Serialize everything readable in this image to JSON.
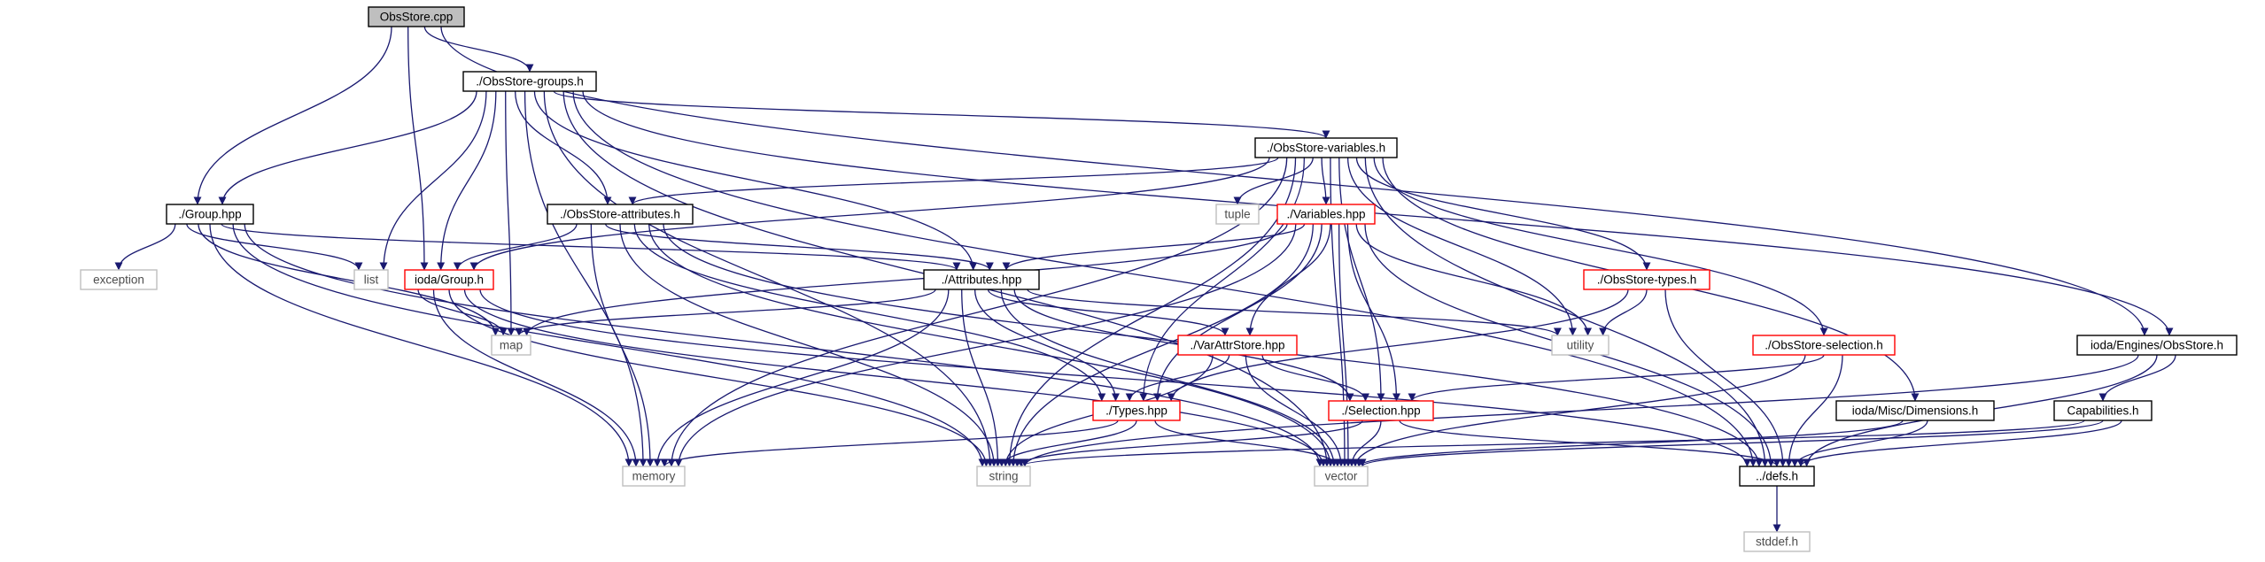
{
  "diagram": {
    "colors": {
      "edge": "#191970",
      "root_fill": "#bfbfbf",
      "root_border": "#000000",
      "documented_border": "#000000",
      "undocumented_border": "#ff0000",
      "system_border": "#bfbfbf",
      "background": "#ffffff"
    },
    "nodes": [
      {
        "id": "obsstore_cpp",
        "label": "ObsStore.cpp",
        "kind": "root"
      },
      {
        "id": "obsstore_groups_h",
        "label": "./ObsStore-groups.h",
        "kind": "documented"
      },
      {
        "id": "obsstore_variables_h",
        "label": "./ObsStore-variables.h",
        "kind": "documented"
      },
      {
        "id": "group_hpp",
        "label": "./Group.hpp",
        "kind": "documented"
      },
      {
        "id": "obsstore_attributes_h",
        "label": "./ObsStore-attributes.h",
        "kind": "documented"
      },
      {
        "id": "tuple",
        "label": "tuple",
        "kind": "system"
      },
      {
        "id": "variables_hpp",
        "label": "./Variables.hpp",
        "kind": "undocumented"
      },
      {
        "id": "exception",
        "label": "exception",
        "kind": "system"
      },
      {
        "id": "list",
        "label": "list",
        "kind": "system"
      },
      {
        "id": "ioda_group_h",
        "label": "ioda/Group.h",
        "kind": "undocumented"
      },
      {
        "id": "attributes_hpp",
        "label": "./Attributes.hpp",
        "kind": "documented"
      },
      {
        "id": "obsstore_types_h",
        "label": "./ObsStore-types.h",
        "kind": "undocumented"
      },
      {
        "id": "map",
        "label": "map",
        "kind": "system"
      },
      {
        "id": "varattrstore_hpp",
        "label": "./VarAttrStore.hpp",
        "kind": "undocumented"
      },
      {
        "id": "utility",
        "label": "utility",
        "kind": "system"
      },
      {
        "id": "obsstore_selection_h",
        "label": "./ObsStore-selection.h",
        "kind": "undocumented"
      },
      {
        "id": "ioda_engines_obsstore_h",
        "label": "ioda/Engines/ObsStore.h",
        "kind": "documented"
      },
      {
        "id": "types_hpp",
        "label": "./Types.hpp",
        "kind": "undocumented"
      },
      {
        "id": "selection_hpp",
        "label": "./Selection.hpp",
        "kind": "undocumented"
      },
      {
        "id": "ioda_misc_dimensions_h",
        "label": "ioda/Misc/Dimensions.h",
        "kind": "documented"
      },
      {
        "id": "capabilities_h",
        "label": "Capabilities.h",
        "kind": "documented"
      },
      {
        "id": "memory",
        "label": "memory",
        "kind": "system"
      },
      {
        "id": "string",
        "label": "string",
        "kind": "system"
      },
      {
        "id": "vector",
        "label": "vector",
        "kind": "system"
      },
      {
        "id": "defs_h",
        "label": "../defs.h",
        "kind": "documented"
      },
      {
        "id": "stddef_h",
        "label": "stddef.h",
        "kind": "system"
      }
    ],
    "edges": [
      [
        "obsstore_cpp",
        "obsstore_groups_h"
      ],
      [
        "obsstore_cpp",
        "group_hpp"
      ],
      [
        "obsstore_cpp",
        "ioda_group_h"
      ],
      [
        "obsstore_cpp",
        "ioda_engines_obsstore_h"
      ],
      [
        "obsstore_groups_h",
        "obsstore_variables_h"
      ],
      [
        "obsstore_groups_h",
        "group_hpp"
      ],
      [
        "obsstore_groups_h",
        "obsstore_attributes_h"
      ],
      [
        "obsstore_groups_h",
        "ioda_group_h"
      ],
      [
        "obsstore_groups_h",
        "list"
      ],
      [
        "obsstore_groups_h",
        "map"
      ],
      [
        "obsstore_groups_h",
        "attributes_hpp"
      ],
      [
        "obsstore_groups_h",
        "memory"
      ],
      [
        "obsstore_groups_h",
        "string"
      ],
      [
        "obsstore_groups_h",
        "vector"
      ],
      [
        "obsstore_groups_h",
        "ioda_engines_obsstore_h"
      ],
      [
        "obsstore_groups_h",
        "defs_h"
      ],
      [
        "obsstore_variables_h",
        "obsstore_attributes_h"
      ],
      [
        "obsstore_variables_h",
        "tuple"
      ],
      [
        "obsstore_variables_h",
        "variables_hpp"
      ],
      [
        "obsstore_variables_h",
        "ioda_group_h"
      ],
      [
        "obsstore_variables_h",
        "obsstore_types_h"
      ],
      [
        "obsstore_variables_h",
        "utility"
      ],
      [
        "obsstore_variables_h",
        "obsstore_selection_h"
      ],
      [
        "obsstore_variables_h",
        "types_hpp"
      ],
      [
        "obsstore_variables_h",
        "selection_hpp"
      ],
      [
        "obsstore_variables_h",
        "ioda_misc_dimensions_h"
      ],
      [
        "obsstore_variables_h",
        "memory"
      ],
      [
        "obsstore_variables_h",
        "string"
      ],
      [
        "obsstore_variables_h",
        "vector"
      ],
      [
        "obsstore_variables_h",
        "defs_h"
      ],
      [
        "group_hpp",
        "exception"
      ],
      [
        "group_hpp",
        "list"
      ],
      [
        "group_hpp",
        "map"
      ],
      [
        "group_hpp",
        "attributes_hpp"
      ],
      [
        "group_hpp",
        "memory"
      ],
      [
        "group_hpp",
        "string"
      ],
      [
        "group_hpp",
        "vector"
      ],
      [
        "obsstore_attributes_h",
        "ioda_group_h"
      ],
      [
        "obsstore_attributes_h",
        "attributes_hpp"
      ],
      [
        "obsstore_attributes_h",
        "types_hpp"
      ],
      [
        "obsstore_attributes_h",
        "memory"
      ],
      [
        "obsstore_attributes_h",
        "string"
      ],
      [
        "obsstore_attributes_h",
        "vector"
      ],
      [
        "obsstore_attributes_h",
        "defs_h"
      ],
      [
        "variables_hpp",
        "attributes_hpp"
      ],
      [
        "variables_hpp",
        "map"
      ],
      [
        "variables_hpp",
        "varattrstore_hpp"
      ],
      [
        "variables_hpp",
        "utility"
      ],
      [
        "variables_hpp",
        "types_hpp"
      ],
      [
        "variables_hpp",
        "selection_hpp"
      ],
      [
        "variables_hpp",
        "memory"
      ],
      [
        "variables_hpp",
        "string"
      ],
      [
        "variables_hpp",
        "vector"
      ],
      [
        "variables_hpp",
        "defs_h"
      ],
      [
        "ioda_group_h",
        "map"
      ],
      [
        "ioda_group_h",
        "memory"
      ],
      [
        "ioda_group_h",
        "string"
      ],
      [
        "ioda_group_h",
        "vector"
      ],
      [
        "ioda_group_h",
        "defs_h"
      ],
      [
        "attributes_hpp",
        "map"
      ],
      [
        "attributes_hpp",
        "varattrstore_hpp"
      ],
      [
        "attributes_hpp",
        "utility"
      ],
      [
        "attributes_hpp",
        "types_hpp"
      ],
      [
        "attributes_hpp",
        "selection_hpp"
      ],
      [
        "attributes_hpp",
        "memory"
      ],
      [
        "attributes_hpp",
        "string"
      ],
      [
        "attributes_hpp",
        "vector"
      ],
      [
        "obsstore_types_h",
        "utility"
      ],
      [
        "obsstore_types_h",
        "types_hpp"
      ],
      [
        "obsstore_types_h",
        "defs_h"
      ],
      [
        "varattrstore_hpp",
        "types_hpp"
      ],
      [
        "varattrstore_hpp",
        "selection_hpp"
      ],
      [
        "varattrstore_hpp",
        "string"
      ],
      [
        "varattrstore_hpp",
        "vector"
      ],
      [
        "obsstore_selection_h",
        "selection_hpp"
      ],
      [
        "obsstore_selection_h",
        "vector"
      ],
      [
        "obsstore_selection_h",
        "defs_h"
      ],
      [
        "ioda_engines_obsstore_h",
        "capabilities_h"
      ],
      [
        "ioda_engines_obsstore_h",
        "string"
      ],
      [
        "ioda_engines_obsstore_h",
        "defs_h"
      ],
      [
        "types_hpp",
        "memory"
      ],
      [
        "types_hpp",
        "string"
      ],
      [
        "types_hpp",
        "vector"
      ],
      [
        "selection_hpp",
        "string"
      ],
      [
        "selection_hpp",
        "vector"
      ],
      [
        "selection_hpp",
        "defs_h"
      ],
      [
        "ioda_misc_dimensions_h",
        "vector"
      ],
      [
        "ioda_misc_dimensions_h",
        "defs_h"
      ],
      [
        "capabilities_h",
        "string"
      ],
      [
        "capabilities_h",
        "vector"
      ],
      [
        "capabilities_h",
        "defs_h"
      ],
      [
        "defs_h",
        "stddef_h"
      ]
    ]
  }
}
